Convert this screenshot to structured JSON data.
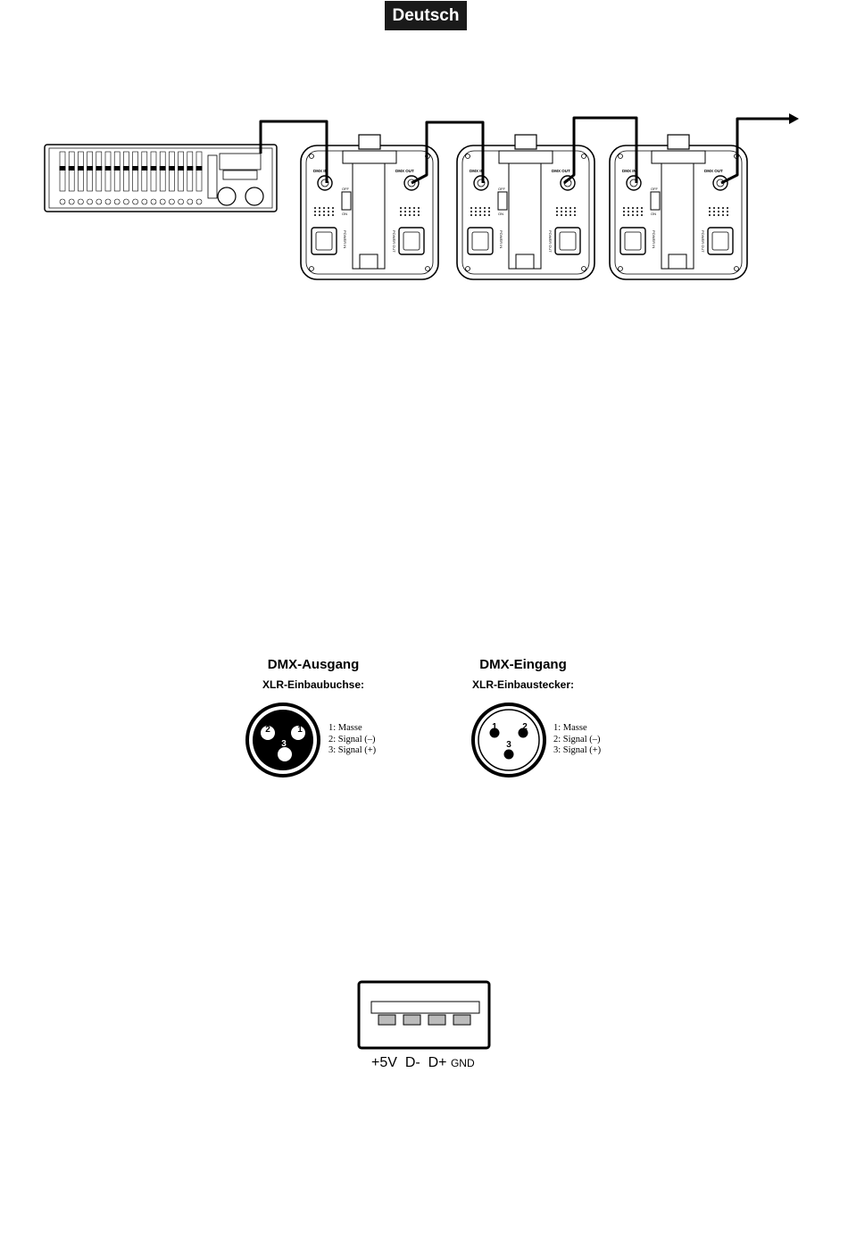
{
  "header": {
    "language": "Deutsch"
  },
  "wiring": {
    "device_labels": {
      "dmx_in": "DMX IN",
      "dmx_out": "DMX OUT",
      "power_in": "POWER IN",
      "power_out": "POWER OUT",
      "switch_off": "OFF",
      "switch_on": "ON"
    }
  },
  "connectors": {
    "output": {
      "title": "DMX-Ausgang",
      "subtitle": "XLR-Einbaubuchse:",
      "pin_numbers": [
        "1",
        "2",
        "3"
      ],
      "pins": [
        "1: Masse",
        "2: Signal (–)",
        "3: Signal (+)"
      ]
    },
    "input": {
      "title": "DMX-Eingang",
      "subtitle": "XLR-Einbaustecker:",
      "pin_numbers": [
        "1",
        "2",
        "3"
      ],
      "pins": [
        "1: Masse",
        "2: Signal (–)",
        "3: Signal (+)"
      ]
    }
  },
  "usb": {
    "pins": [
      "+5V",
      "D-",
      "D+",
      "GND"
    ]
  },
  "colors": {
    "ink": "#000000",
    "badge": "#1a1a1a",
    "pad": "#bbbbbb"
  }
}
